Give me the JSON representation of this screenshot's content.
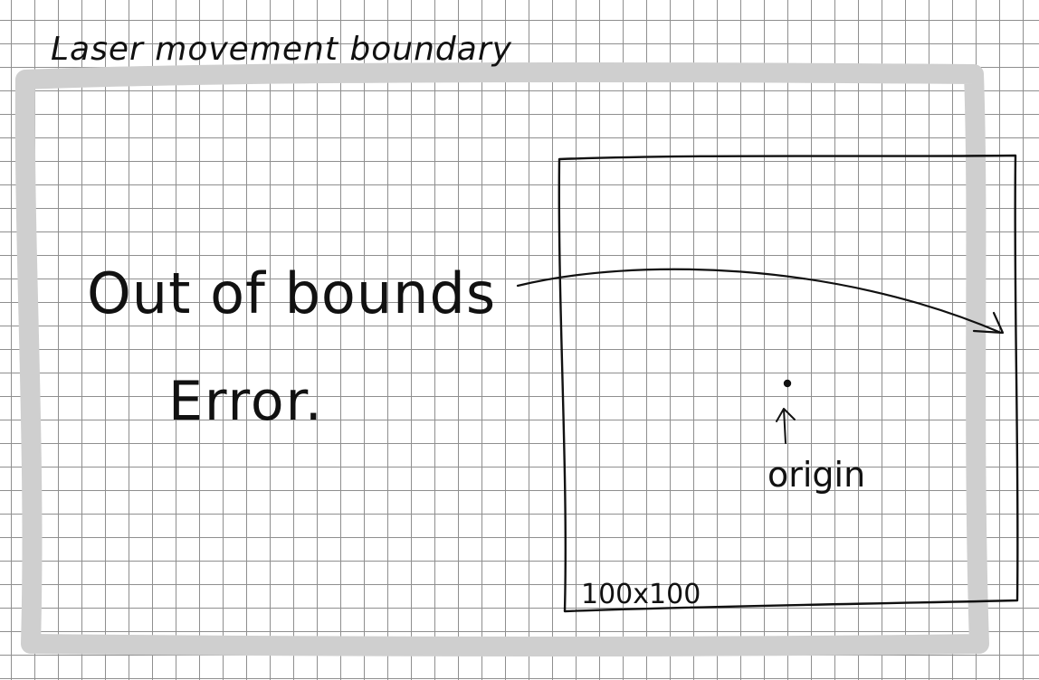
{
  "labels": {
    "boundary_title": "Laser movement boundary",
    "error_line1": "Out of bounds",
    "error_line2": "Error.",
    "work_area_size": "100x100",
    "origin": "origin"
  },
  "colors": {
    "boundary_stroke": "#cfcfcf",
    "ink": "#111111",
    "grid": "#8f8f8f"
  }
}
